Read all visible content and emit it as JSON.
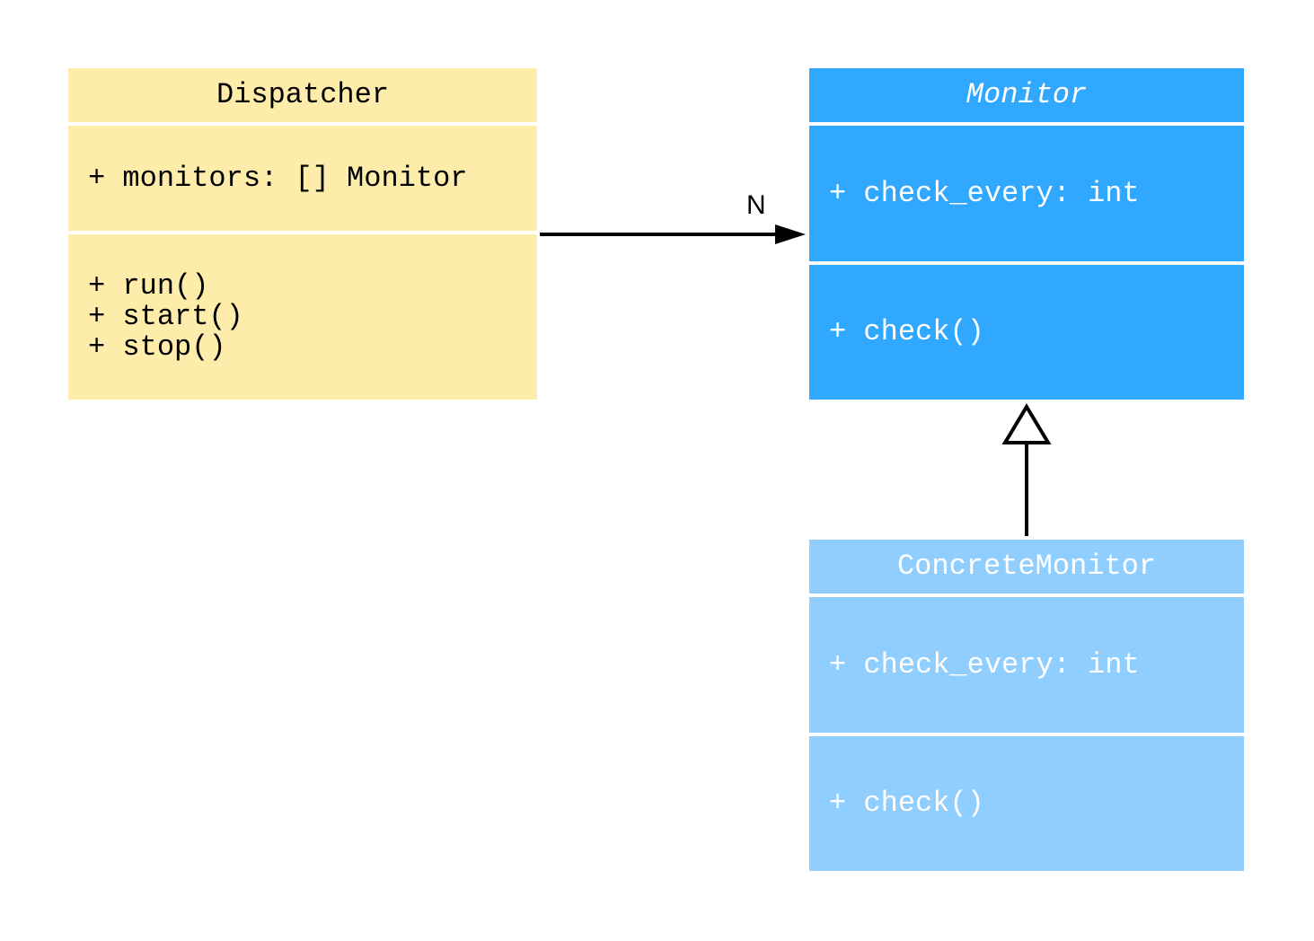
{
  "classes": {
    "dispatcher": {
      "name": "Dispatcher",
      "attributes": "+ monitors: [] Monitor",
      "methods": "+ run()\n+ start()\n+ stop()",
      "color": "#FEECAB"
    },
    "monitor": {
      "name": "Monitor",
      "abstract": true,
      "attributes": "+ check_every: int",
      "methods": "+ check()",
      "color": "#30A8FF"
    },
    "concrete_monitor": {
      "name": "ConcreteMonitor",
      "attributes": "+ check_every: int",
      "methods": "+ check()",
      "color": "#90CEFF"
    }
  },
  "relations": [
    {
      "type": "association",
      "from": "Dispatcher",
      "to": "Monitor",
      "multiplicity": "N"
    },
    {
      "type": "inheritance",
      "from": "ConcreteMonitor",
      "to": "Monitor"
    }
  ]
}
